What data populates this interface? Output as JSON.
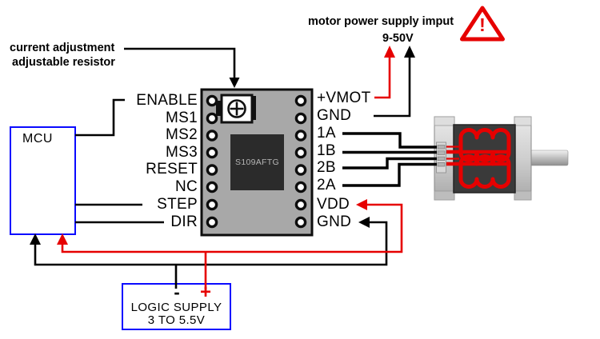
{
  "annotations": {
    "pot_label_line1": "current adjustment",
    "pot_label_line2": "adjustable resistor",
    "power_label_line1": "motor power supply imput",
    "power_label_line2": "9-50V",
    "warning_mark": "!"
  },
  "mcu": {
    "label": "MCU"
  },
  "driver_board": {
    "chip_label": "S109AFTG",
    "left_pins": [
      "ENABLE",
      "MS1",
      "MS2",
      "MS3",
      "RESET",
      "NC",
      "STEP",
      "DIR"
    ],
    "right_pins": [
      "+VMOT",
      "GND",
      "1A",
      "1B",
      "2B",
      "2A",
      "VDD",
      "GND"
    ]
  },
  "logic_supply": {
    "negative_terminal": "-",
    "positive_terminal": "+",
    "name": "LOGIC SUPPLY",
    "voltage_range": "3 TO 5.5V"
  },
  "colors": {
    "wire_red": "#e60000",
    "wire_black": "#000000",
    "box_blue": "#0a0aff",
    "board_gray": "#a8a8a8"
  }
}
